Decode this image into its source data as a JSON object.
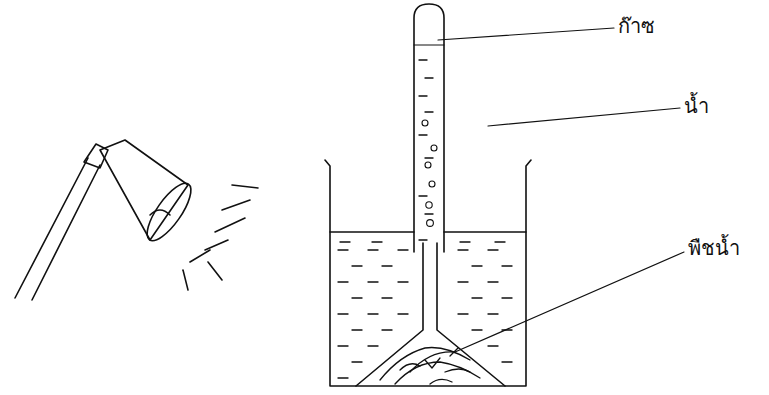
{
  "diagram": {
    "labels": [
      "ก๊าซ",
      "น้ำ",
      "พืชน้ำ"
    ]
  }
}
